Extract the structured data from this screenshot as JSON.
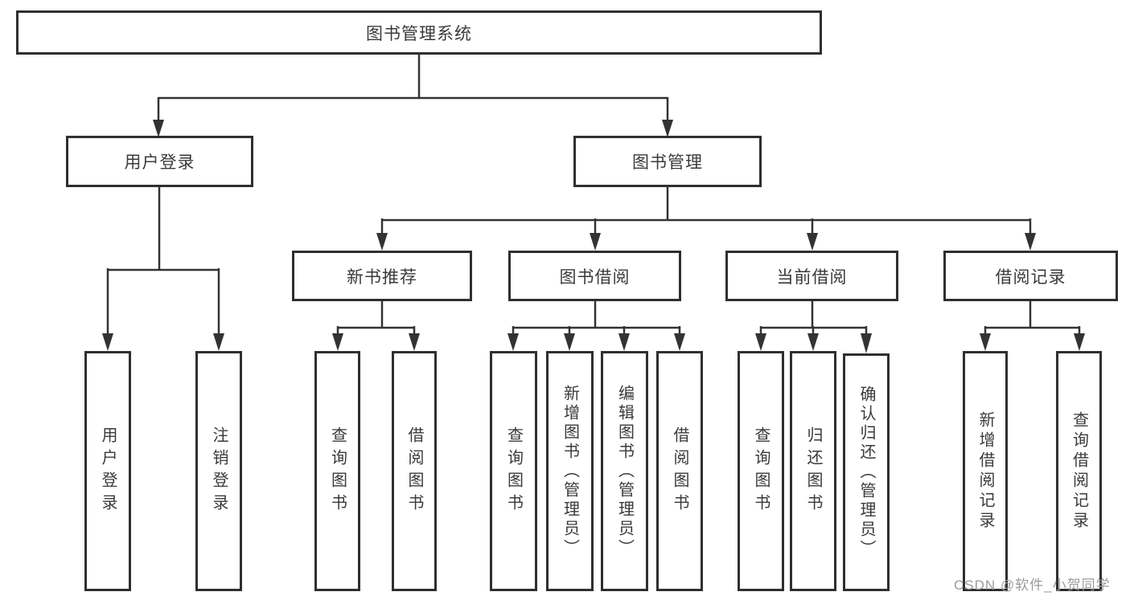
{
  "root": {
    "label": "图书管理系统"
  },
  "level2": {
    "user_login": {
      "label": "用户登录"
    },
    "book_mgmt": {
      "label": "图书管理"
    }
  },
  "level3": {
    "new_books": {
      "label": "新书推荐"
    },
    "book_borrow": {
      "label": "图书借阅"
    },
    "current_borrow": {
      "label": "当前借阅"
    },
    "borrow_records": {
      "label": "借阅记录"
    }
  },
  "leaves": {
    "user_login_leaf": {
      "label": "用户登录"
    },
    "logout_leaf": {
      "label": "注销登录"
    },
    "nb_query_books": {
      "label": "查询图书"
    },
    "nb_borrow_books": {
      "label": "借阅图书"
    },
    "bw_query_books": {
      "label": "查询图书"
    },
    "bw_add_books": {
      "label": "新增图书（管理员）"
    },
    "bw_edit_books": {
      "label": "编辑图书（管理员）"
    },
    "bw_borrow_books": {
      "label": "借阅图书"
    },
    "cb_query_books": {
      "label": "查询图书"
    },
    "cb_return_books": {
      "label": "归还图书"
    },
    "cb_confirm_return": {
      "label": "确认归还（管理员）"
    },
    "rec_add_record": {
      "label": "新增借阅记录"
    },
    "rec_query_record": {
      "label": "查询借阅记录"
    }
  },
  "watermark": {
    "text": "CSDN @软件_小贺同学"
  },
  "colors": {
    "line": "#333333",
    "box_border": "#2f2f2f",
    "box_fill": "#ffffff",
    "text": "#3a3a3a",
    "watermark": "#9b9b9b",
    "background": "#ffffff"
  }
}
